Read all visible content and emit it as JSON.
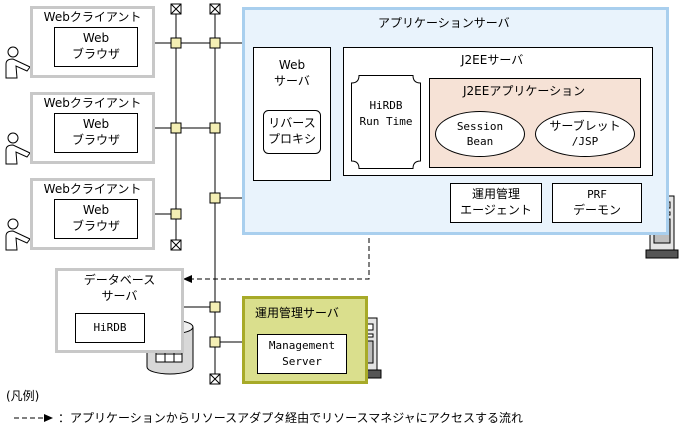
{
  "web_clients": [
    {
      "title": "Webクライアント",
      "browser": [
        "Web",
        "ブラウザ"
      ]
    },
    {
      "title": "Webクライアント",
      "browser": [
        "Web",
        "ブラウザ"
      ]
    },
    {
      "title": "Webクライアント",
      "browser": [
        "Web",
        "ブラウザ"
      ]
    }
  ],
  "db_server": {
    "title": [
      "データベース",
      "サーバ"
    ],
    "db": "HiRDB"
  },
  "app_server": {
    "title": "アプリケーションサーバ",
    "web_server": {
      "title": [
        "Web",
        "サーバ"
      ],
      "proxy": [
        "リバース",
        "プロキシ"
      ]
    },
    "j2ee_server": {
      "title": "J2EEサーバ",
      "hirdb_runtime": [
        "HiRDB",
        "Run Time"
      ],
      "j2ee_app": {
        "title": "J2EEアプリケーション",
        "session_bean": [
          "Session",
          "Bean"
        ],
        "servlet": [
          "サーブレット",
          "/JSP"
        ]
      }
    },
    "agent": [
      "運用管理",
      "エージェント"
    ],
    "prf": [
      "PRF",
      "デーモン"
    ]
  },
  "mgmt_server": {
    "title": "運用管理サーバ",
    "server": [
      "Management",
      "Server"
    ]
  },
  "legend": {
    "title": "(凡例)",
    "arrow_desc": "：アプリケーションからリソースアダプタ経由でリソースマネジャにアクセスする流れ"
  },
  "colors": {
    "app_server_border": "#a9cfee",
    "app_server_fill": "#e9f3fc",
    "j2ee_app_fill": "#f6e2d6",
    "mgmt_border": "#a7aa28",
    "mgmt_fill": "#dadf8d",
    "connector": "#f4efb4"
  }
}
